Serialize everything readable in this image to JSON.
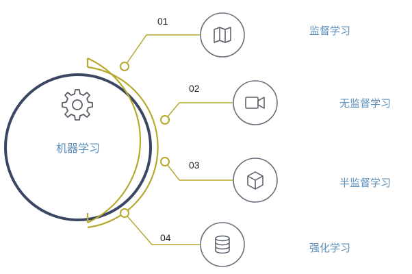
{
  "center": {
    "label": "机器学习",
    "icon": "gear-icon"
  },
  "branches": [
    {
      "number": "01",
      "label": "监督学习",
      "icon": "map-icon"
    },
    {
      "number": "02",
      "label": "无监督学习",
      "icon": "video-camera-icon"
    },
    {
      "number": "03",
      "label": "半监督学习",
      "icon": "cube-icon"
    },
    {
      "number": "04",
      "label": "强化学习",
      "icon": "database-icon"
    }
  ],
  "colors": {
    "main_circle": "#3b4663",
    "accent": "#b5a82d",
    "icon_circle": "#6b6f7a",
    "label_text": "#5b8fba",
    "number_text": "#222222"
  }
}
